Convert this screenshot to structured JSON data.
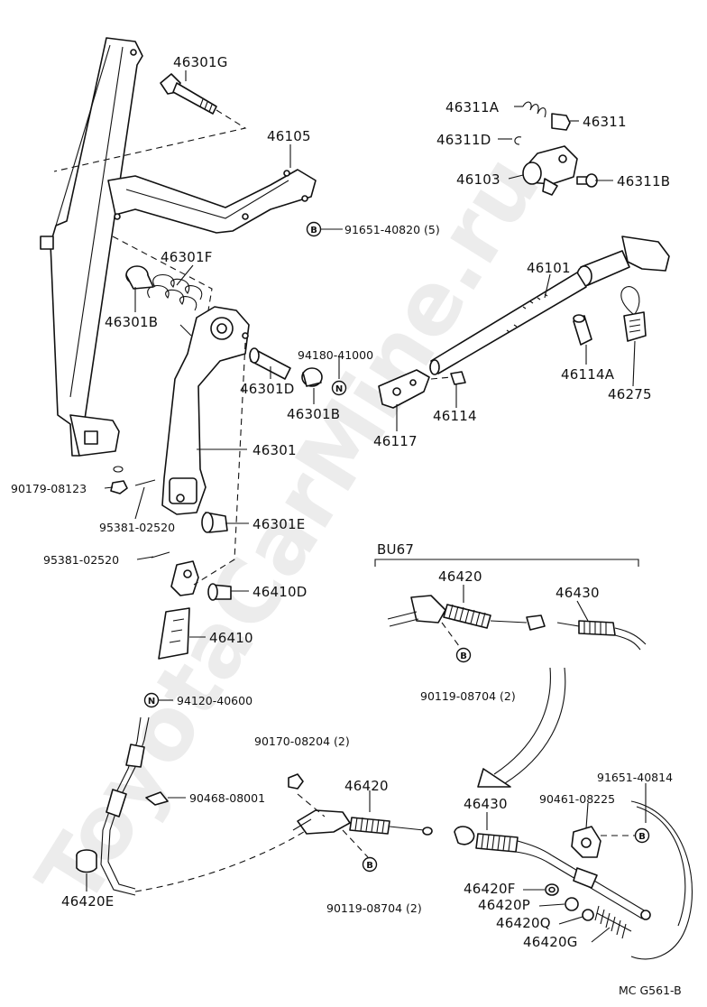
{
  "watermark": "ToyotaCarMine.ru",
  "figure_code": "MC G561-B",
  "section_label": "BU67",
  "part_labels": {
    "p46301G": "46301G",
    "p46105": "46105",
    "p91651_40820": "91651-40820 (5)",
    "p46301F": "46301F",
    "p46301B_a": "46301B",
    "p94180_41000": "94180-41000",
    "p46301D": "46301D",
    "p46301B_b": "46301B",
    "p46301": "46301",
    "p90179_08123": "90179-08123",
    "p95381_02520_a": "95381-02520",
    "p46301E": "46301E",
    "p95381_02520_b": "95381-02520",
    "p46410D": "46410D",
    "p46410": "46410",
    "p94120_40600": "94120-40600",
    "p90468_08001": "90468-08001",
    "p46420E": "46420E",
    "p90170_08204": "90170-08204 (2)",
    "p46420_lower": "46420",
    "p90119_08704_lower": "90119-08704 (2)",
    "p46311A": "46311A",
    "p46311": "46311",
    "p46311D": "46311D",
    "p46103": "46103",
    "p46311B": "46311B",
    "p46101": "46101",
    "p46114A": "46114A",
    "p46275": "46275",
    "p46114": "46114",
    "p46117": "46117",
    "p46420_bu": "46420",
    "p46430_bu": "46430",
    "p90119_08704_bu": "90119-08704 (2)",
    "p91651_40814": "91651-40814",
    "p90461_08225": "90461-08225",
    "p46430_lower": "46430",
    "p46420F": "46420F",
    "p46420P": "46420P",
    "p46420Q": "46420Q",
    "p46420G": "46420G"
  },
  "symbols": {
    "b": "B",
    "n": "N"
  }
}
